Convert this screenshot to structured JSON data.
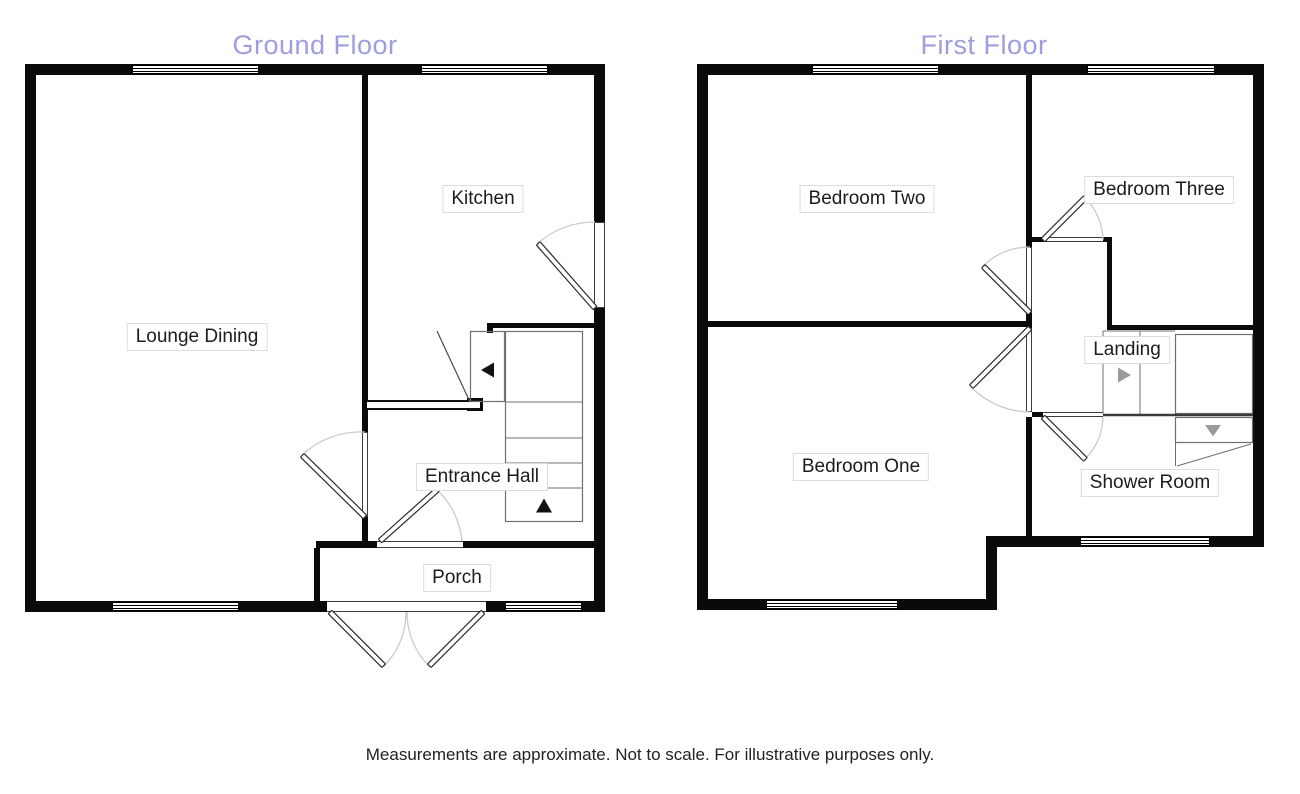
{
  "ground_floor": {
    "title": "Ground Floor",
    "labels": {
      "lounge_dining": "Lounge Dining",
      "kitchen": "Kitchen",
      "entrance_hall": "Entrance Hall",
      "porch": "Porch"
    }
  },
  "first_floor": {
    "title": "First Floor",
    "labels": {
      "bedroom_two": "Bedroom Two",
      "bedroom_three": "Bedroom Three",
      "landing": "Landing",
      "bedroom_one": "Bedroom One",
      "shower_room": "Shower Room"
    }
  },
  "footer": {
    "disclaimer": "Measurements are approximate. Not to scale. For illustrative purposes only."
  },
  "icons": {
    "ground_stairs_turn": "left-arrow",
    "ground_stairs_up": "up-arrow",
    "first_stairs_forward": "right-arrow",
    "first_stairs_down": "down-arrow"
  },
  "colors": {
    "floor_title": "#9e9ddd",
    "wall": "#0a0a0a",
    "label_border": "#dcdcdc",
    "label_text": "#1c1c1c",
    "stair_line": "#707070",
    "door_arc": "#cccccc",
    "arrow_ground": "#111111",
    "arrow_first": "#9a9a9a"
  }
}
